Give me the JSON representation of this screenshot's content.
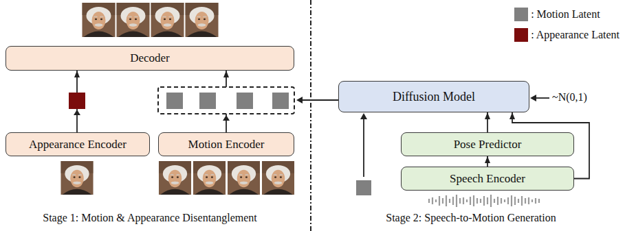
{
  "diagram": {
    "nodes": [
      {
        "text": [
          "Decoder"
        ]
      },
      {
        "text": [
          "Appearance Encoder"
        ]
      },
      {
        "text": [
          "Motion Encoder"
        ]
      },
      {
        "text": [
          "Diffusion Model"
        ]
      },
      {
        "text": [
          "Pose Predictor"
        ]
      },
      {
        "text": [
          "Speech Encoder"
        ]
      }
    ],
    "edges": [
      {
        "from": 1,
        "to": 0,
        "arrow": "to"
      },
      {
        "from": 2,
        "to": 0,
        "arrow": "to"
      },
      {
        "from": 5,
        "to": 4,
        "arrow": "to"
      },
      {
        "from": 4,
        "to": 3,
        "arrow": "to"
      },
      {
        "from": 5,
        "to": 3,
        "arrow": "to"
      }
    ],
    "labels": [
      "Stage 1: Motion & Appearance Disentanglement",
      "Stage 2: Speech-to-Motion Generation",
      "~N(0,1)"
    ],
    "legend": [
      {
        "text": ": Motion Latent",
        "color": "#808080"
      },
      {
        "text": ": Appearance Latent",
        "color": "#7b0c0c"
      }
    ]
  }
}
